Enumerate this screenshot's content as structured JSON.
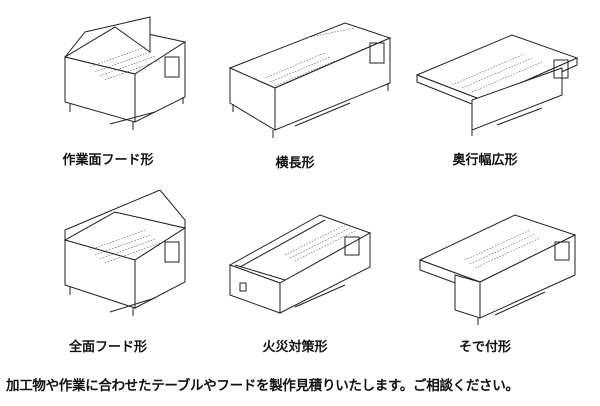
{
  "items": [
    {
      "label": "作業面フード形"
    },
    {
      "label": "横長形"
    },
    {
      "label": "奥行幅広形"
    },
    {
      "label": "全面フード形"
    },
    {
      "label": "火災対策形"
    },
    {
      "label": "そで付形"
    }
  ],
  "caption": "加工物や作業に合わせたテーブルやフードを製作見積りいたします。ご相談ください。"
}
